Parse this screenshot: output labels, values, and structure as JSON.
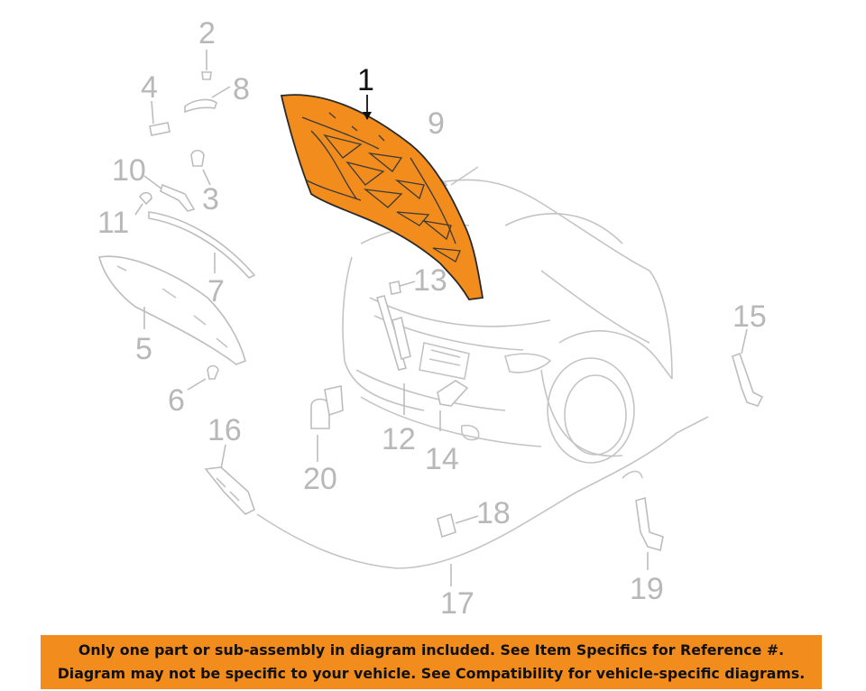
{
  "callouts": [
    {
      "id": "1",
      "label": "1"
    },
    {
      "id": "2",
      "label": "2"
    },
    {
      "id": "3",
      "label": "3"
    },
    {
      "id": "4",
      "label": "4"
    },
    {
      "id": "5",
      "label": "5"
    },
    {
      "id": "6",
      "label": "6"
    },
    {
      "id": "7",
      "label": "7"
    },
    {
      "id": "8",
      "label": "8"
    },
    {
      "id": "9",
      "label": "9"
    },
    {
      "id": "10",
      "label": "10"
    },
    {
      "id": "11",
      "label": "11"
    },
    {
      "id": "12",
      "label": "12"
    },
    {
      "id": "13",
      "label": "13"
    },
    {
      "id": "14",
      "label": "14"
    },
    {
      "id": "15",
      "label": "15"
    },
    {
      "id": "16",
      "label": "16"
    },
    {
      "id": "17",
      "label": "17"
    },
    {
      "id": "18",
      "label": "18"
    },
    {
      "id": "19",
      "label": "19"
    },
    {
      "id": "20",
      "label": "20"
    }
  ],
  "highlight_color": "#f28c1c",
  "banner": {
    "line1": "Only one part or sub-assembly in diagram included. See Item Specifics for Reference #.",
    "line2": "Diagram may not be specific to your vehicle. See Compatibility for vehicle-specific diagrams."
  }
}
